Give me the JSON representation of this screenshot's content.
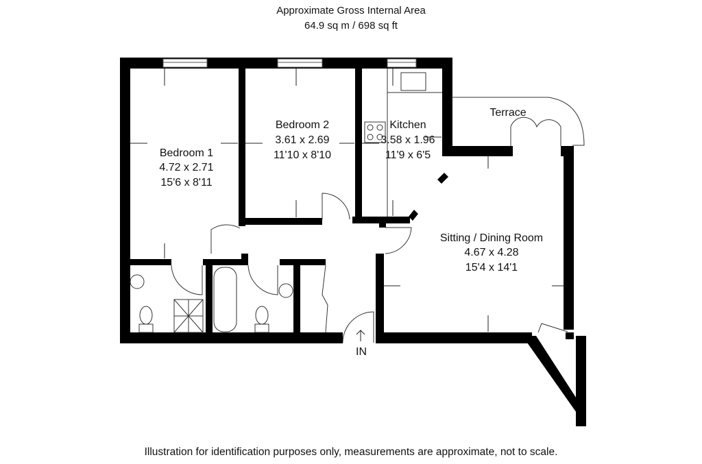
{
  "header": {
    "title": "Approximate Gross Internal Area",
    "area": "64.9 sq m / 698 sq ft"
  },
  "rooms": [
    {
      "name": "Bedroom 1",
      "metric": "4.72 x 2.71",
      "imperial": "15'6 x 8'11"
    },
    {
      "name": "Bedroom 2",
      "metric": "3.61 x 2.69",
      "imperial": "11'10 x 8'10"
    },
    {
      "name": "Kitchen",
      "metric": "3.58 x 1.96",
      "imperial": "11'9 x 6'5"
    },
    {
      "name": "Sitting / Dining Room",
      "metric": "4.67 x 4.28",
      "imperial": "15'4 x 14'1"
    },
    {
      "name": "Terrace"
    }
  ],
  "entrance": "IN",
  "footer": "Illustration for identification purposes only, measurements are approximate, not to scale."
}
